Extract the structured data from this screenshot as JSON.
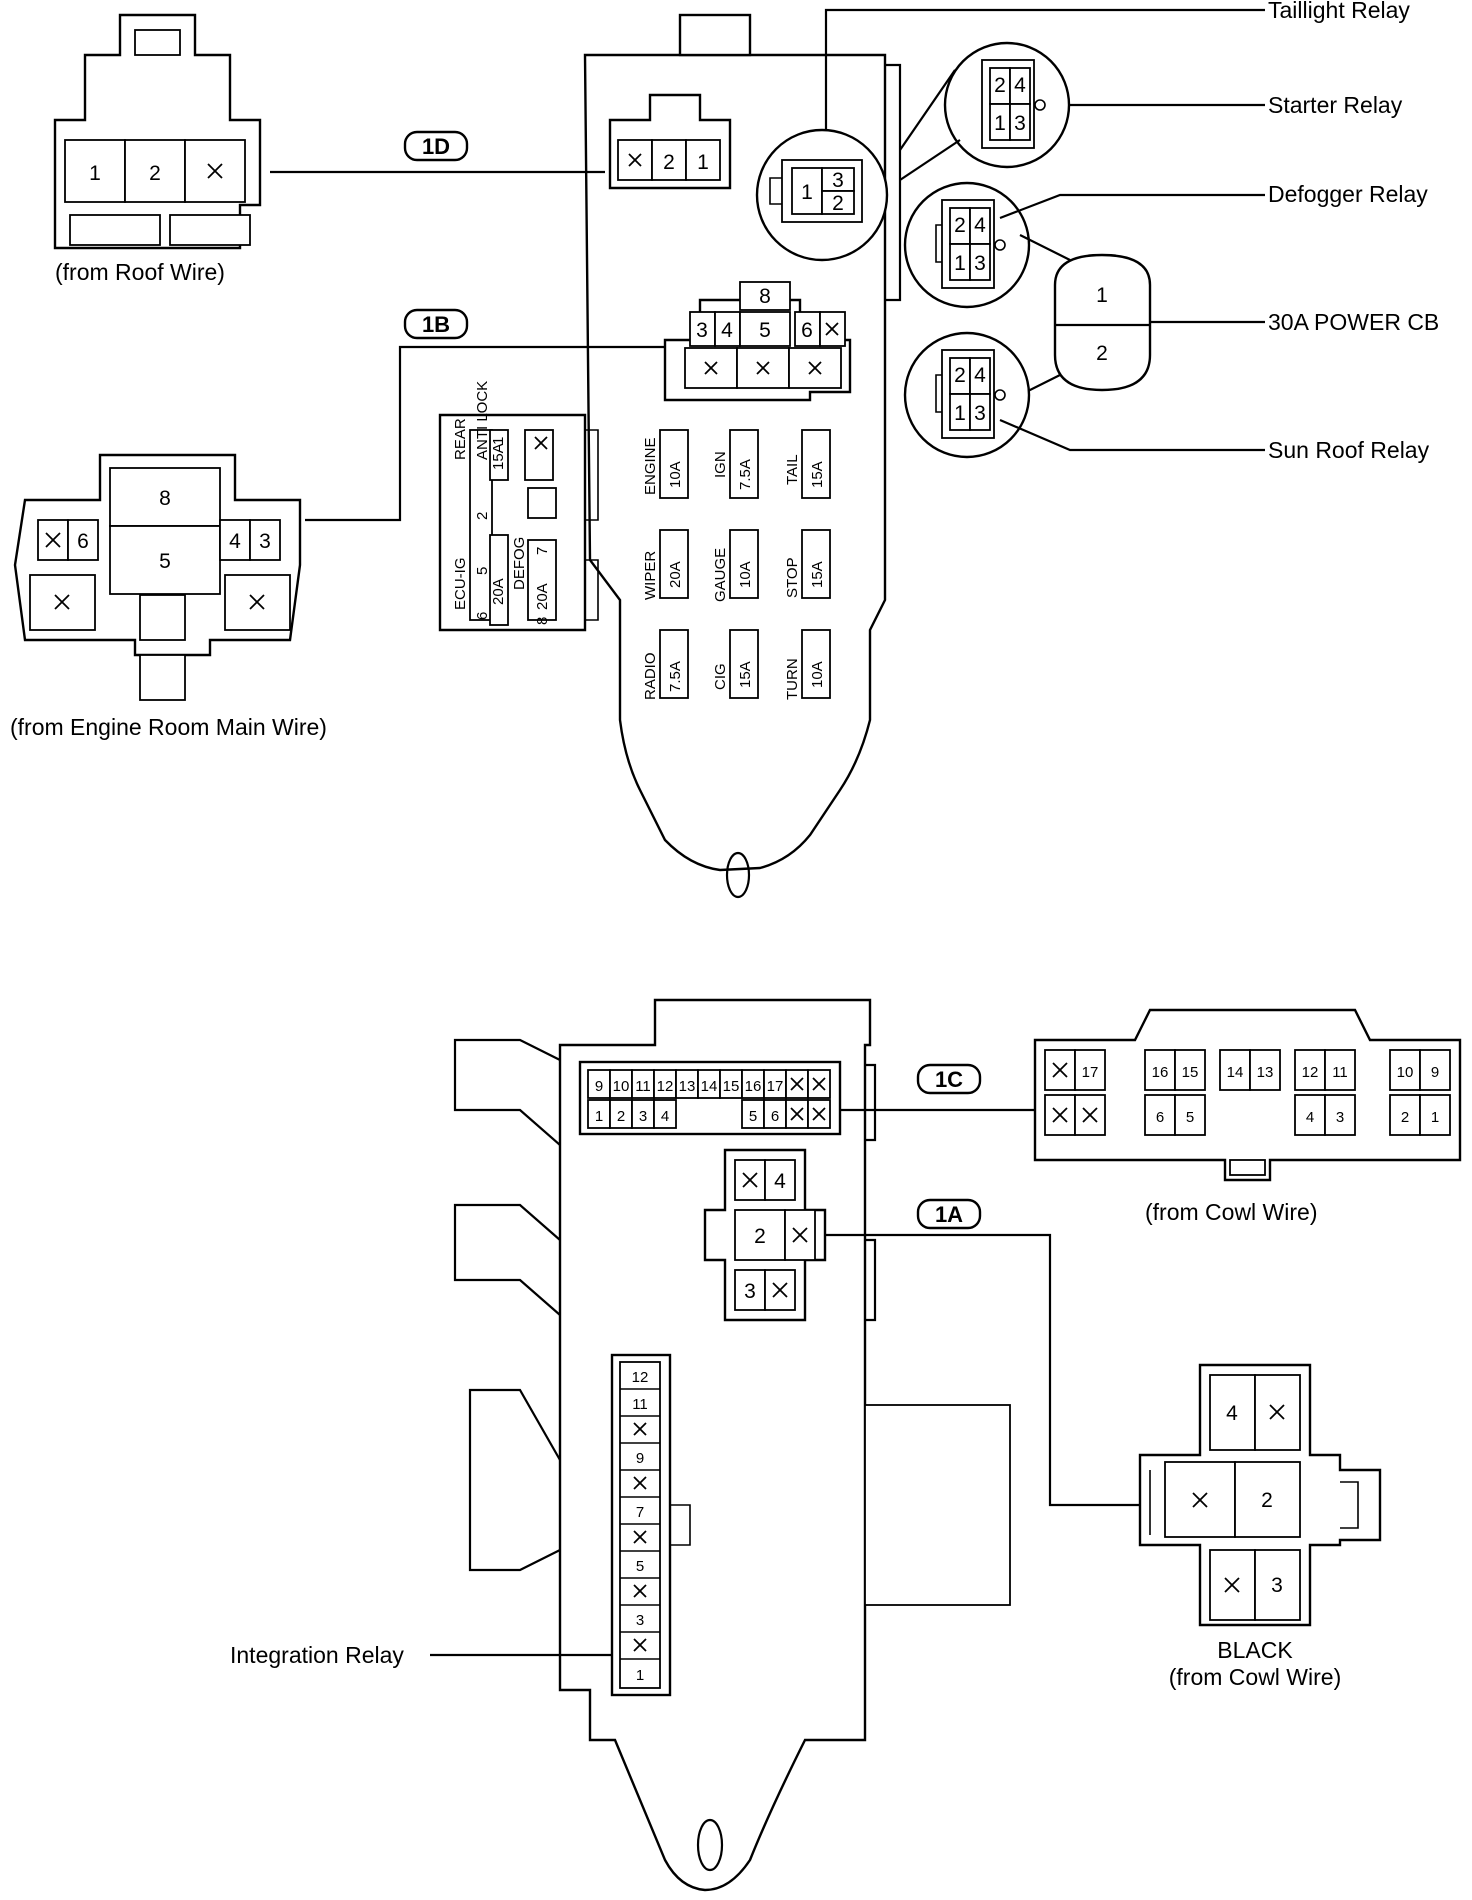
{
  "labels": {
    "taillight_relay": "Taillight Relay",
    "starter_relay": "Starter Relay",
    "defogger_relay": "Defogger Relay",
    "power_cb": "30A POWER CB",
    "sun_roof_relay": "Sun Roof Relay",
    "integration_relay": "Integration Relay",
    "from_roof_wire": "(from Roof Wire)",
    "from_engine_room": "(from Engine Room Main Wire)",
    "from_cowl_wire": "(from Cowl Wire)",
    "black": "BLACK",
    "from_cowl_wire_2": "(from Cowl Wire)"
  },
  "connectors": {
    "c1D": "1D",
    "c1B": "1B",
    "c1C": "1C",
    "c1A": "1A"
  },
  "pins": {
    "one": "1",
    "two": "2",
    "three": "3",
    "four": "4",
    "five": "5",
    "six": "6",
    "seven": "7",
    "eight": "8",
    "nine": "9",
    "ten": "10",
    "eleven": "11",
    "twelve": "12",
    "thirteen": "13",
    "fourteen": "14",
    "fifteen": "15",
    "sixteen": "16",
    "seventeen": "17",
    "x": "×"
  },
  "fuses": {
    "engine": "ENGINE",
    "engine_a": "10A",
    "ign": "IGN",
    "ign_a": "7.5A",
    "tail": "TAIL",
    "tail_a": "15A",
    "wiper": "WIPER",
    "wiper_a": "20A",
    "gauge": "GAUGE",
    "gauge_a": "10A",
    "stop": "STOP",
    "stop_a": "15A",
    "radio": "RADIO",
    "radio_a": "7.5A",
    "cig": "CIG",
    "cig_a": "15A",
    "turn": "TURN",
    "turn_a": "10A",
    "anti_lock": "ANTI LOCK",
    "rear": "REAR",
    "ecu_ig": "ECU-IG",
    "defog": "DEFOG",
    "a15": "15A",
    "a20": "20A"
  }
}
